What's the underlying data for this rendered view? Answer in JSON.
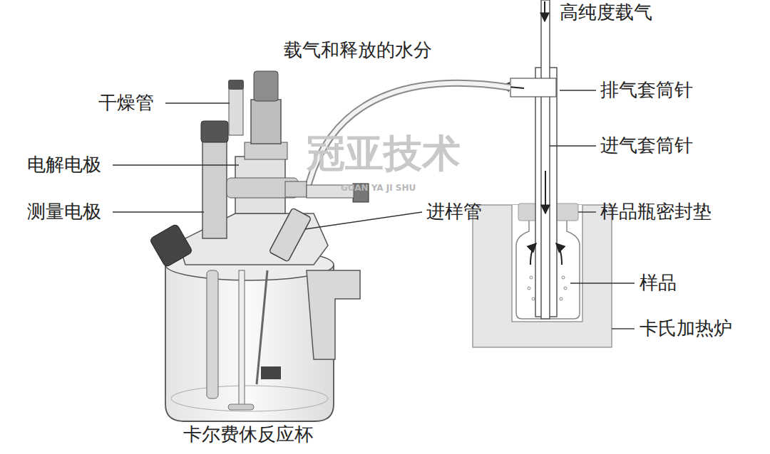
{
  "diagram": {
    "labels": [
      "高纯度载气",
      "载气和释放的水分",
      "排气套筒针",
      "进气套筒针",
      "样品瓶密封垫",
      "样品",
      "卡氏加热炉",
      "干燥管",
      "电解电极",
      "测量电极",
      "进样管",
      "卡尔费休反应杯",
      "冠亚技术",
      "GUAN YA JI SHU"
    ]
  }
}
